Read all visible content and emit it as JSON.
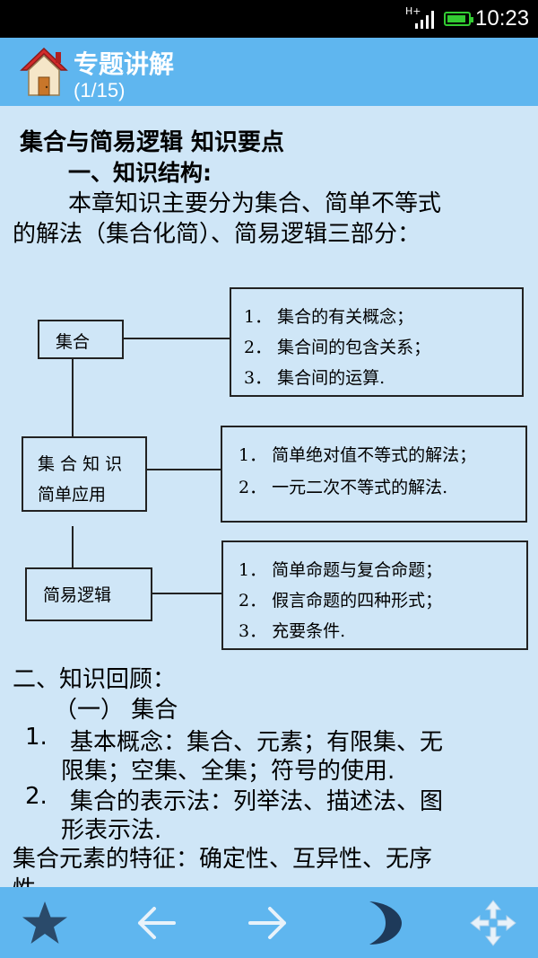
{
  "status_bar": {
    "network": "H+",
    "time": "10:23",
    "battery_level": 0.9,
    "accent_color": "#33cc33"
  },
  "header": {
    "title": "专题讲解",
    "page_indicator": "(1/15)",
    "home_icon": "home-icon"
  },
  "article": {
    "title": "集合与简易逻辑  知识要点",
    "section1_heading": "一、知识结构:",
    "intro_line1": "本章知识主要分为集合、简单不等式",
    "intro_line2": "的解法（集合化简）、简易逻辑三部分：",
    "section2_heading": "二、知识回顾：",
    "subsection1": "（一） 集合",
    "item1_number": "1.",
    "item1_line1": "基本概念：集合、元素；有限集、无",
    "item1_line2": "限集；空集、全集；符号的使用.",
    "item2_number": "2.",
    "item2_line1": "集合的表示法：列举法、描述法、图",
    "item2_line2": "形表示法.",
    "features_line1": "集合元素的特征：确定性、互异性、无序",
    "features_line2": "性."
  },
  "diagram": {
    "node_set": "集合",
    "node_center_line1": "集 合 知 识",
    "node_center_line2": "简单应用",
    "node_logic": "简易逻辑",
    "set_items": [
      "1． 集合的有关概念；",
      "2． 集合间的包含关系；",
      "3． 集合间的运算."
    ],
    "inequality_items": [
      "1． 简单绝对值不等式的解法；",
      "2． 一元二次不等式的解法."
    ],
    "logic_items": [
      "1． 简单命题与复合命题；",
      "2． 假言命题的四种形式；",
      "3． 充要条件."
    ]
  },
  "toolbar": {
    "icons": [
      "star-icon",
      "arrow-left-icon",
      "arrow-right-icon",
      "moon-icon",
      "move-icon"
    ]
  }
}
